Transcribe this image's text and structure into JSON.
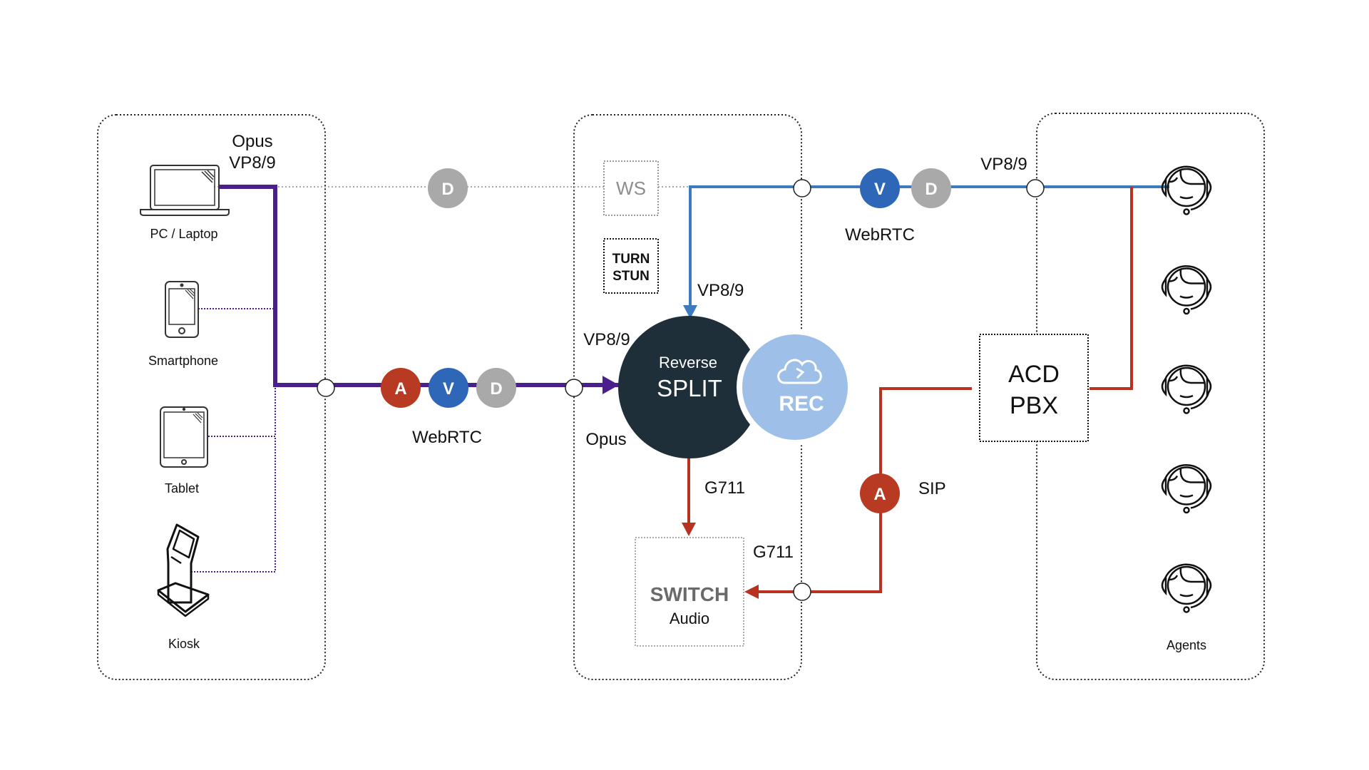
{
  "colors": {
    "purple": "#4b1f8c",
    "blue": "#3d7bbf",
    "red": "#b8321f",
    "audio_badge": "#b93a22",
    "video_badge": "#2e67b8",
    "data_badge": "#a9a9a9",
    "split_fill": "#1f2f3a",
    "rec_fill": "#9dbfe8",
    "gray_text": "#8e8e8e"
  },
  "zones": {
    "clients": {
      "devices": [
        {
          "icon": "laptop-icon",
          "label": "PC / Laptop"
        },
        {
          "icon": "smartphone-icon",
          "label": "Smartphone"
        },
        {
          "icon": "tablet-icon",
          "label": "Tablet"
        },
        {
          "icon": "kiosk-icon",
          "label": "Kiosk"
        }
      ],
      "codec_top": "Opus",
      "codec_bottom": "VP8/9"
    },
    "server": {
      "ws_label": "WS",
      "turn_label": "TURN",
      "stun_label": "STUN",
      "split_top": "Reverse",
      "split_main": "SPLIT",
      "rec_label": "REC",
      "switch_main": "SWITCH",
      "switch_sub": "Audio",
      "codec_in_video": "VP8/9",
      "codec_in_audio": "Opus",
      "codec_from_blue": "VP8/9",
      "codec_down": "G711",
      "codec_switch_in": "G711"
    },
    "agents": {
      "acd_line1": "ACD",
      "acd_line2": "PBX",
      "label": "Agents",
      "count": 5,
      "codec_top": "VP8/9"
    }
  },
  "links": {
    "client_link": {
      "protocol": "WebRTC",
      "badges": [
        "A",
        "V",
        "D"
      ]
    },
    "agent_link": {
      "protocol": "WebRTC",
      "badges": [
        "V",
        "D"
      ]
    },
    "data_link": {
      "badges": [
        "D"
      ]
    },
    "sip_link": {
      "protocol": "SIP",
      "badges": [
        "A"
      ]
    }
  }
}
